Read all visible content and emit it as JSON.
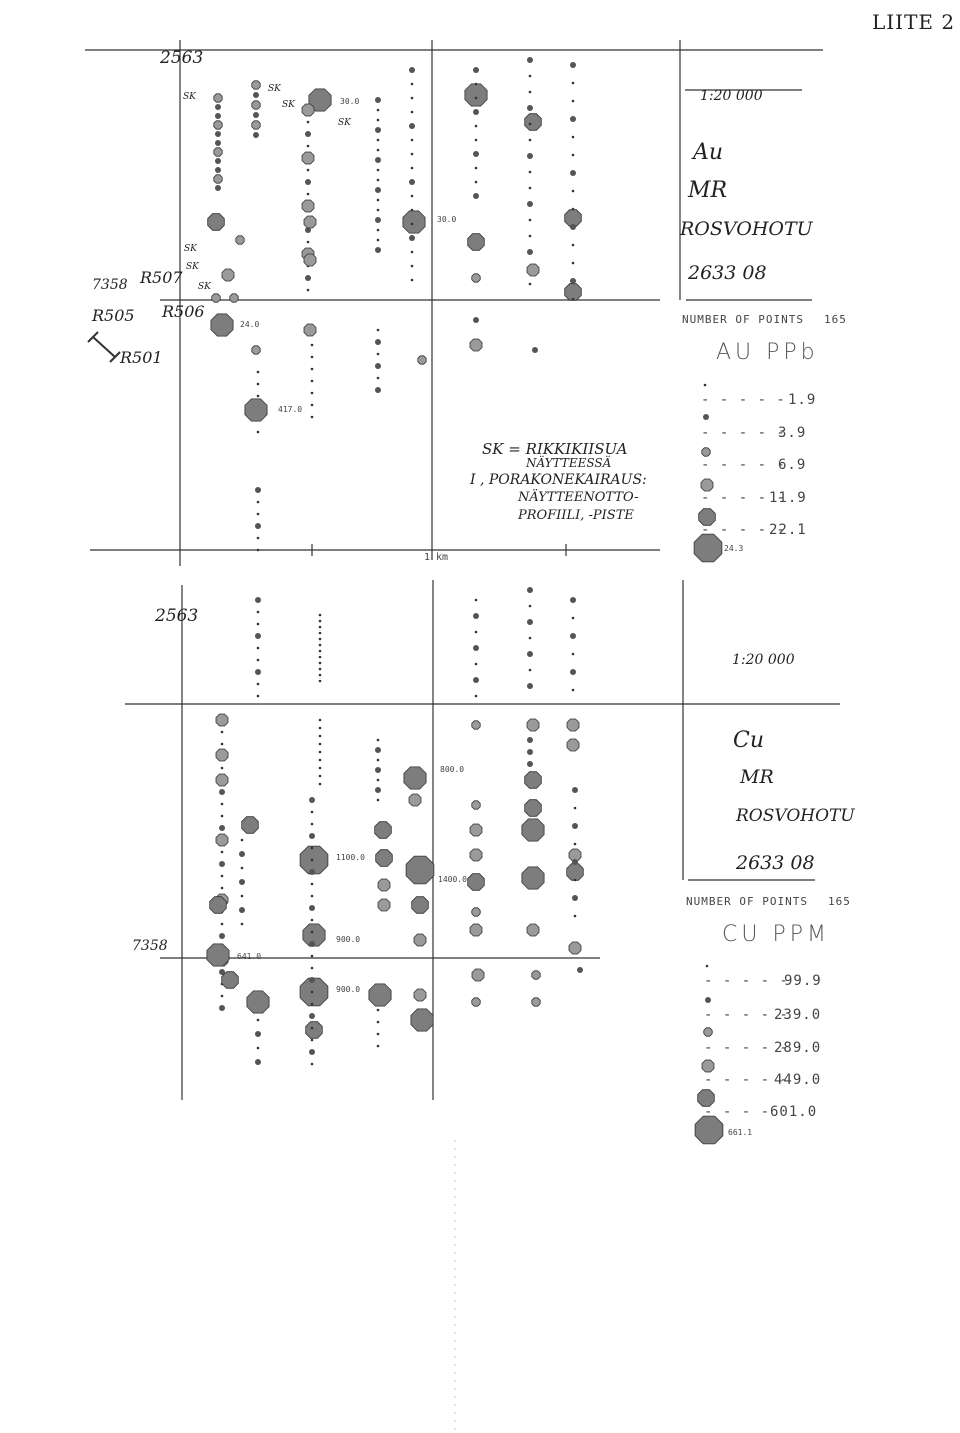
{
  "page": {
    "label": "LIITE 2"
  },
  "au_map": {
    "grid_label_top": "2563",
    "grid_label_left": "7358",
    "drill_labels": [
      "R507",
      "R505",
      "R506",
      "R501"
    ],
    "sk_marks": [
      "SK",
      "SK",
      "SK",
      "SK",
      "SK",
      "SK",
      "SK"
    ],
    "value_labels": [
      "30.0",
      "30.0",
      "24.0",
      "417.0"
    ],
    "scale_bar_label": "1 km",
    "note_line1": "SK = RIKKIKIISUA",
    "note_line2": "NÄYTTEESSÄ",
    "note_line3": "I , PORAKONEKAIRAUS:",
    "note_line4": "NÄYTTEENOTTO-",
    "note_line5": "PROFIILI, -PISTE",
    "scale": "1:20 000",
    "element": "Au",
    "dept": "MR",
    "area": "ROSVOHOTU",
    "sheet": "2633 08",
    "num_points_label": "NUMBER OF POINTS",
    "num_points": "165",
    "unit": "AU PPb",
    "legend": [
      "1.9",
      "3.9",
      "6.9",
      "11.9",
      "22.1",
      "24.3"
    ]
  },
  "cu_map": {
    "grid_label_top": "2563",
    "grid_label_left": "7358",
    "value_labels": [
      "800.0",
      "1100.0",
      "1400.0",
      "900.0",
      "900.0",
      "641.0"
    ],
    "scale": "1:20 000",
    "element": "Cu",
    "dept": "MR",
    "area": "ROSVOHOTU",
    "sheet": "2633 08",
    "num_points_label": "NUMBER OF POINTS",
    "num_points": "165",
    "unit": "CU PPM",
    "legend": [
      "99.9",
      "239.0",
      "289.0",
      "449.0",
      "601.0",
      "661.1"
    ]
  },
  "colors": {
    "ink": "#333333",
    "symbol_fill": "#9a9a9a",
    "symbol_dark": "#555555"
  }
}
